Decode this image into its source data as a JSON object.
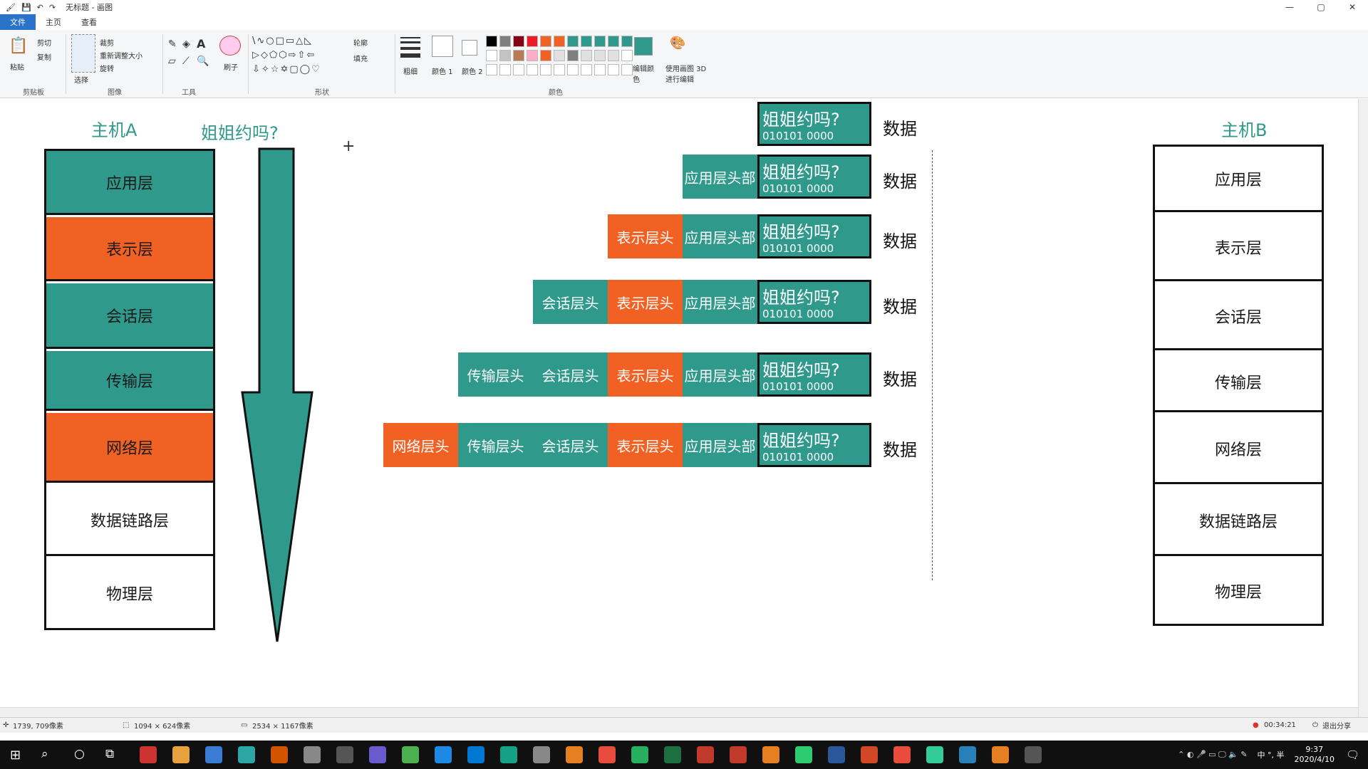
{
  "window": {
    "title": "无标题 - 画图",
    "minimize": "—",
    "maximize": "▢",
    "close": "✕"
  },
  "tabs": [
    "文件",
    "主页",
    "查看"
  ],
  "ribbon": {
    "clipboard": {
      "label": "剪贴板",
      "paste": "粘贴",
      "cut": "剪切",
      "copy": "复制"
    },
    "image": {
      "label": "图像",
      "select": "选择",
      "crop": "裁剪",
      "resize": "重新调整大小",
      "rotate": "旋转"
    },
    "tools": {
      "label": "工具"
    },
    "brush": {
      "label": "刷子"
    },
    "shapes": {
      "label": "形状",
      "outline": "轮廓",
      "fill": "填充"
    },
    "size": {
      "label": "粗细"
    },
    "colors": {
      "label": "颜色",
      "color1": "颜色 1",
      "color2": "颜色 2",
      "edit": "编辑颜色",
      "paint3d": "使用画图 3D 进行编辑",
      "swatches": [
        "#000000",
        "#7f7f7f",
        "#880015",
        "#ed1c24",
        "#f26124",
        "#f26124",
        "#2f9a8c",
        "#2f9a8c",
        "#2f9a8c",
        "#2f9a8c",
        "#2f9a8c",
        "#ffffff",
        "#c3c3c3",
        "#b97a57",
        "#ffaec9",
        "#f26124",
        "#e0e0e0",
        "#7f7f7f",
        "#e0e0e0",
        "#e0e0e0",
        "#e0e0e0"
      ]
    }
  },
  "diagram": {
    "hostA": "主机A",
    "hostB": "主机B",
    "message": "姐姐约吗?",
    "layersA": [
      "应用层",
      "表示层",
      "会话层",
      "传输层",
      "网络层",
      "数据链路层",
      "物理层"
    ],
    "layersB": [
      "应用层",
      "表示层",
      "会话层",
      "传输层",
      "网络层",
      "数据链路层",
      "物理层"
    ],
    "colors": {
      "teal": "#2f9a8c",
      "orange": "#f26124"
    },
    "headers": {
      "app": "应用层头部",
      "pres": "表示层头",
      "sess": "会话层头",
      "trans": "传输层头",
      "net": "网络层头"
    },
    "data_question": "姐姐约吗?",
    "data_bits": "010101 0000",
    "data_label": "数据"
  },
  "status": {
    "cursor": "1739, 709像素",
    "selection": "1094 × 624像素",
    "canvas_size": "2534 × 1167像素",
    "recording_time": "00:34:21",
    "exit_share": "退出分享"
  },
  "taskbar": {
    "ime": "中 °, 半",
    "time": "9:37",
    "date": "2020/4/10"
  }
}
